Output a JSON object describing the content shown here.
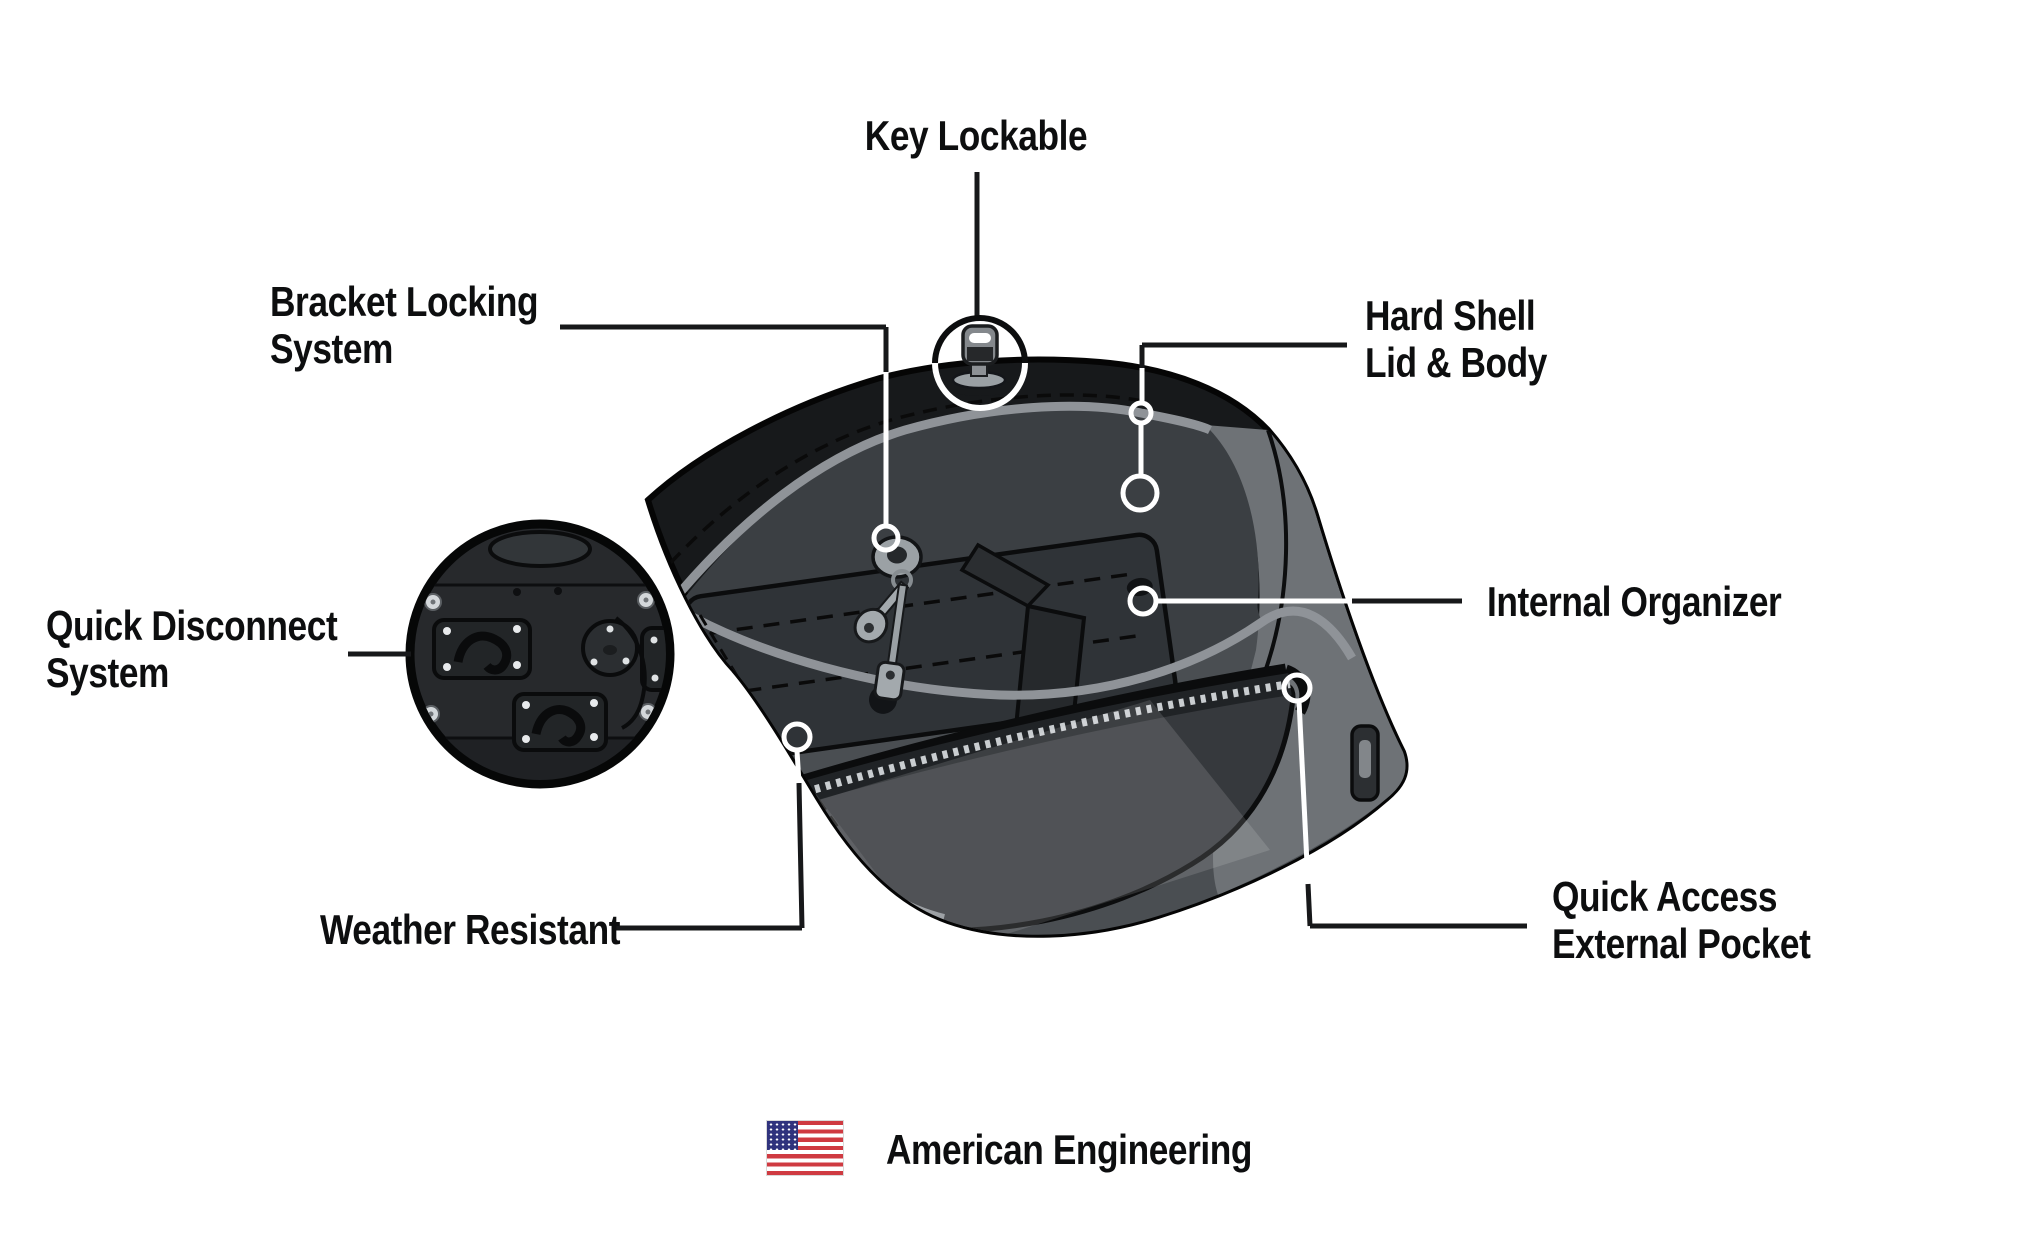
{
  "page": {
    "background": "#ffffff",
    "subject": "Hard shell motorcycle saddlebag feature diagram"
  },
  "callouts": {
    "key_lockable": {
      "label": "Key Lockable"
    },
    "bracket_locking_system": {
      "line1": "Bracket Locking",
      "line2": "System"
    },
    "hard_shell_lid_body": {
      "line1": "Hard Shell",
      "line2": "Lid & Body"
    },
    "quick_disconnect_system": {
      "line1": "Quick Disconnect",
      "line2": "System"
    },
    "internal_organizer": {
      "label": "Internal Organizer"
    },
    "weather_resistant": {
      "label": "Weather Resistant"
    },
    "quick_access_external_pocket": {
      "line1": "Quick Access",
      "line2": "External Pocket"
    }
  },
  "footer": {
    "label": "American Engineering",
    "flag_icon": "usa-flag-icon"
  },
  "illustration": {
    "icons": {
      "lock_badge": "key-lock-icon",
      "inset_view": "quick-disconnect-mount-inset"
    },
    "colors": {
      "text": "#0d0e0f",
      "leader_line": "#17181a",
      "marker_ring": "#ffffff",
      "bag_shell": "#17191b",
      "bag_recess": "#3b3f43",
      "bag_body": "#4a4e52",
      "bag_side_panel": "#6e7276",
      "piping": "#8f9398",
      "zipper_teeth": "#c9cdd0",
      "metal": "#a3a9ad",
      "flag_red": "#cf3a41",
      "flag_blue": "#30337d"
    }
  }
}
